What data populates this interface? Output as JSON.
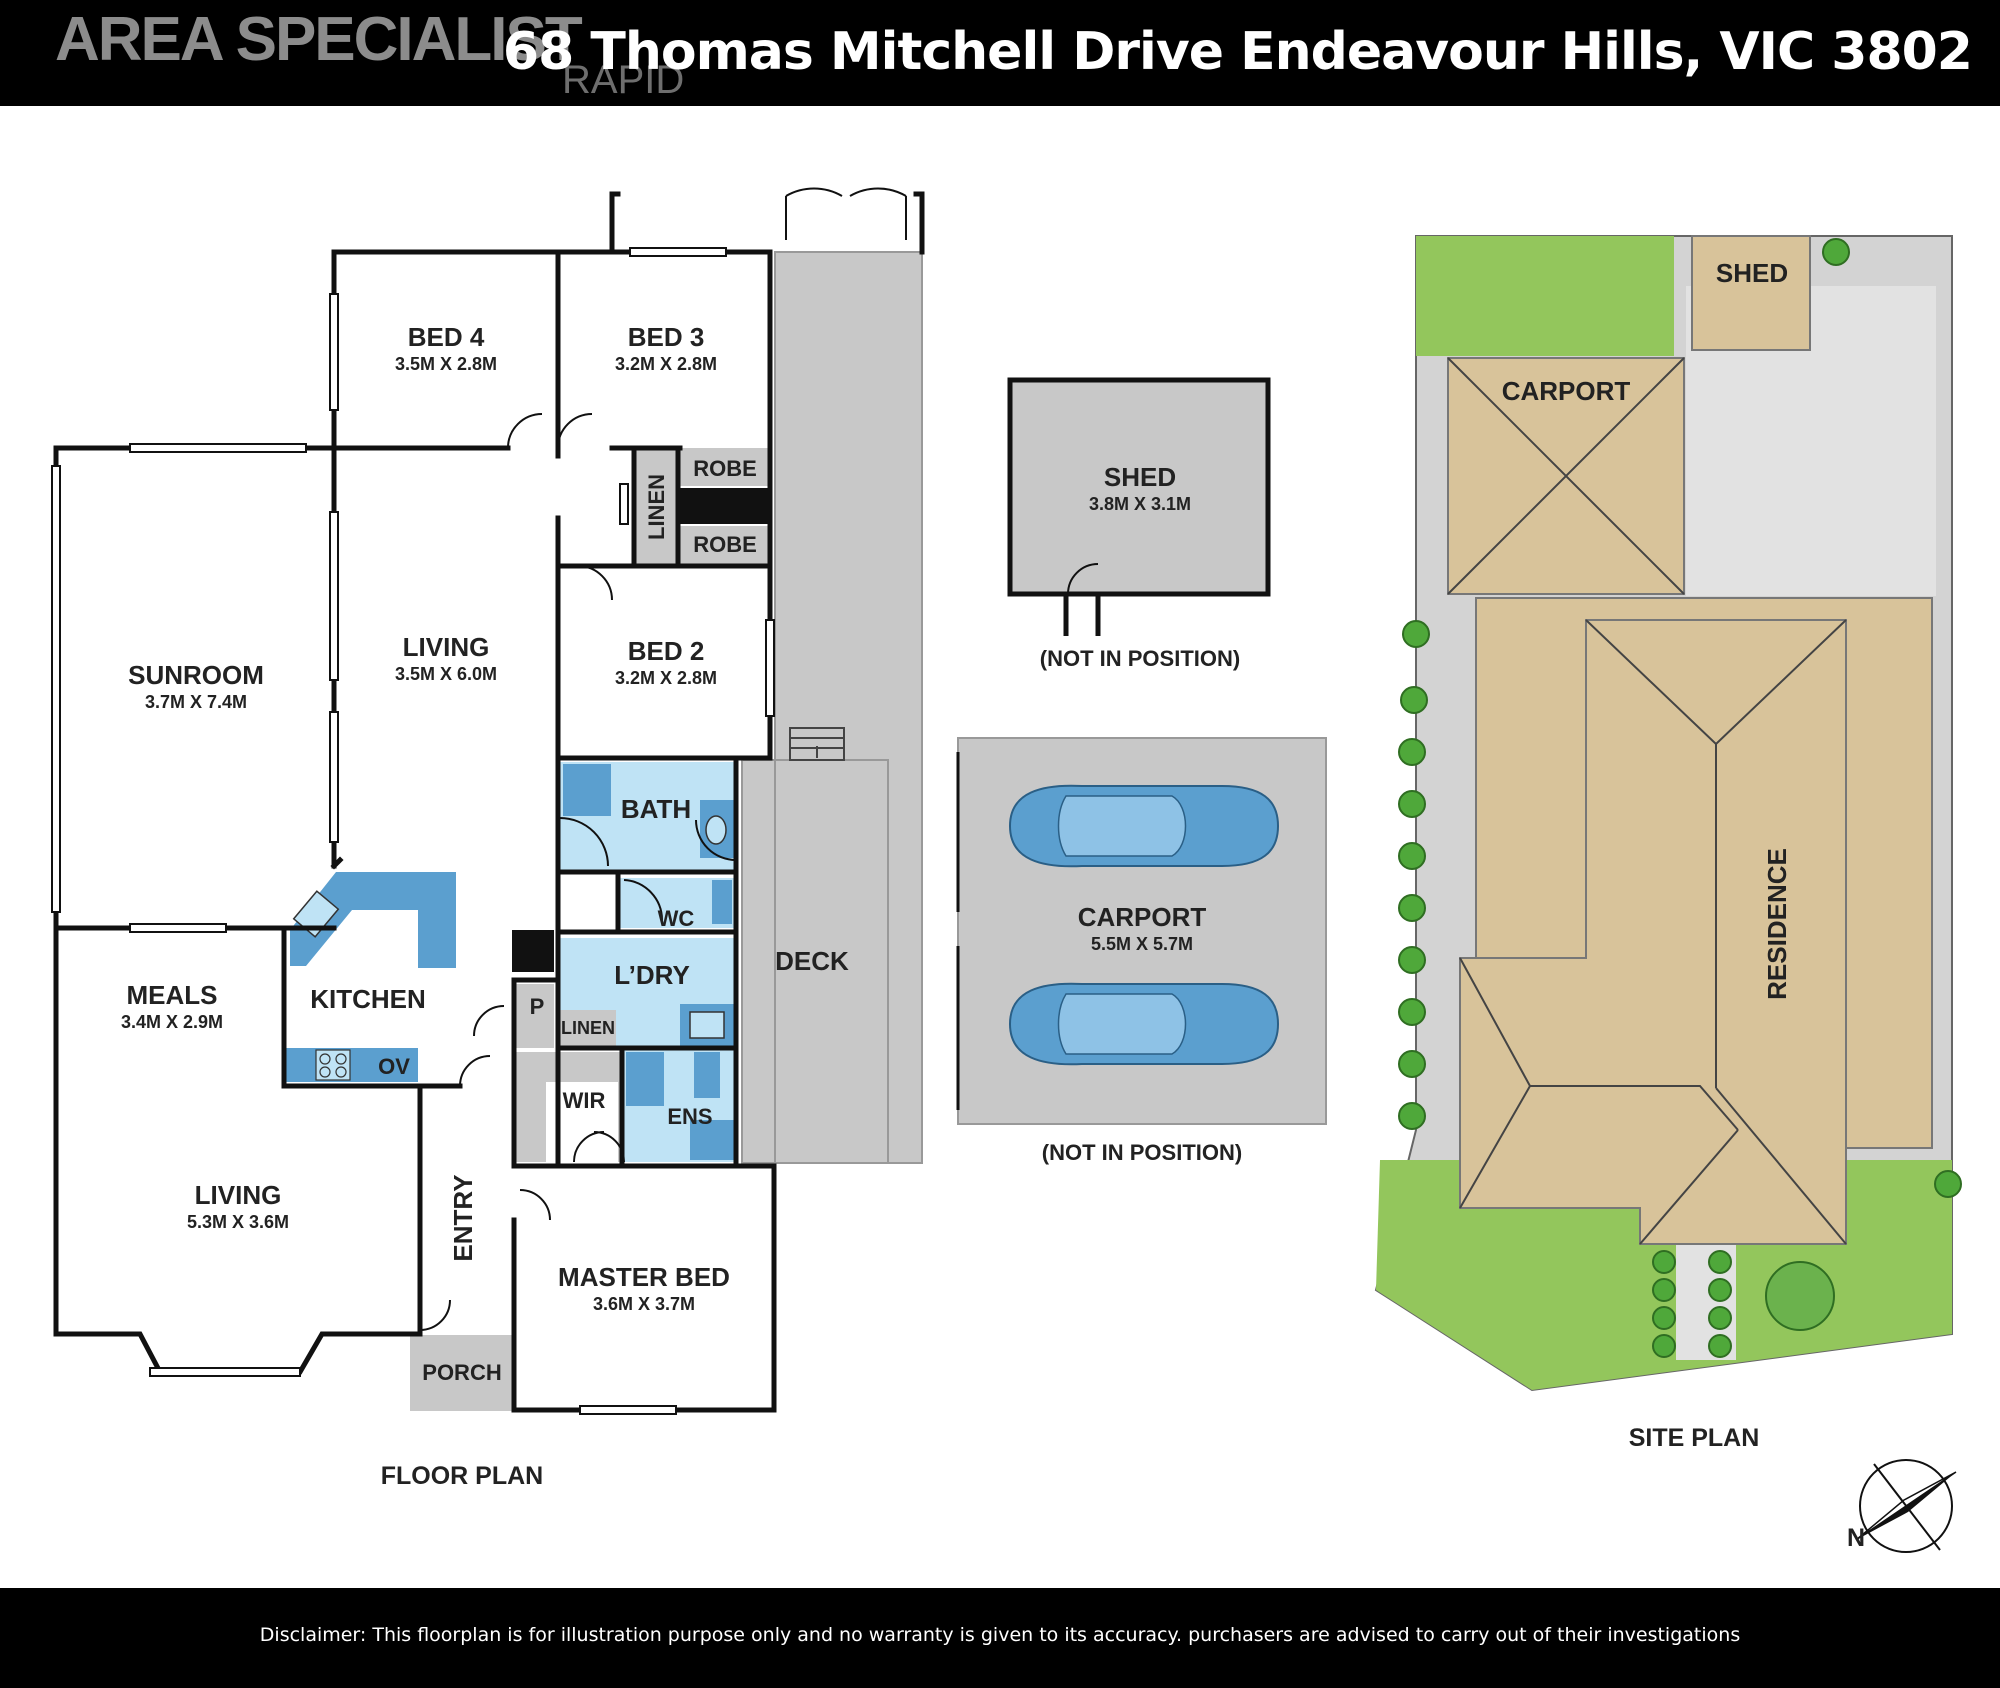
{
  "brand": {
    "name": "AREA SPECIALIST",
    "sub": "RAPID"
  },
  "address": "68 Thomas Mitchell Drive Endeavour Hills, VIC 3802",
  "floor_plan": {
    "caption": "FLOOR PLAN",
    "rooms": {
      "bed4": {
        "name": "BED 4",
        "size": "3.5M X 2.8M"
      },
      "bed3": {
        "name": "BED 3",
        "size": "3.2M X 2.8M"
      },
      "bed2": {
        "name": "BED 2",
        "size": "3.2M X 2.8M"
      },
      "sunroom": {
        "name": "SUNROOM",
        "size": "3.7M X 7.4M"
      },
      "living_top": {
        "name": "LIVING",
        "size": "3.5M X 6.0M"
      },
      "meals": {
        "name": "MEALS",
        "size": "3.4M X 2.9M"
      },
      "living_bottom": {
        "name": "LIVING",
        "size": "5.3M X 3.6M"
      },
      "master_bed": {
        "name": "MASTER BED",
        "size": "3.6M X 3.7M"
      },
      "robe_top": "ROBE",
      "robe_bottom": "ROBE",
      "linen_top": "LINEN",
      "linen_bottom": "LINEN",
      "bath": "BATH",
      "wc": "WC",
      "laundry": "L’DRY",
      "kitchen": "KITCHEN",
      "oven": "OV",
      "pantry": "P",
      "wir": "WIR",
      "ensuite": "ENS",
      "entry": "ENTRY",
      "porch": "PORCH",
      "deck": "DECK"
    }
  },
  "outbuildings": {
    "shed": {
      "name": "SHED",
      "size": "3.8M X 3.1M",
      "note": "(NOT IN POSITION)"
    },
    "carport": {
      "name": "CARPORT",
      "size": "5.5M X 5.7M",
      "note": "(NOT IN POSITION)"
    }
  },
  "site_plan": {
    "caption": "SITE PLAN",
    "shed": "SHED",
    "carport": "CARPORT",
    "residence": "RESIDENCE",
    "north": "N"
  },
  "disclaimer": "Disclaimer: This floorplan is for illustration purpose only and no warranty is given to its accuracy. purchasers are advised to carry out of their investigations",
  "colors": {
    "wet_area": "#bfe3f5",
    "fixture": "#5b9fcf",
    "deck": "#c8c8c8",
    "lawn": "#93c65c",
    "roof": "#d8c39a",
    "wall": "#111111",
    "header_bg": "#000000"
  }
}
